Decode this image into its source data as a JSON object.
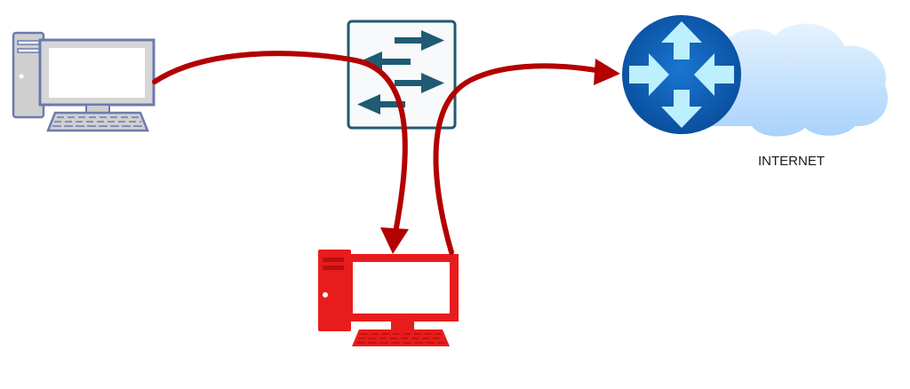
{
  "diagram": {
    "cloud_label": "INTERNET",
    "nodes": [
      {
        "id": "client-pc",
        "icon": "desktop-computer-icon"
      },
      {
        "id": "switch",
        "icon": "network-switch-icon"
      },
      {
        "id": "attacker-pc",
        "icon": "desktop-computer-icon"
      },
      {
        "id": "router",
        "icon": "router-icon"
      },
      {
        "id": "internet",
        "icon": "cloud-icon"
      }
    ],
    "edges": [
      {
        "from": "client-pc",
        "to": "attacker-pc",
        "via": "switch"
      },
      {
        "from": "attacker-pc",
        "to": "router"
      }
    ]
  },
  "colors": {
    "flow_arrow": "#b30000",
    "client_pc": "#cfcfcf",
    "client_pc_outline": "#6b7bb0",
    "attacker_pc": "#e81c1c",
    "switch_arrows": "#1f5b73",
    "router": "#0d63b8",
    "cloud": "#bfe0ff"
  }
}
